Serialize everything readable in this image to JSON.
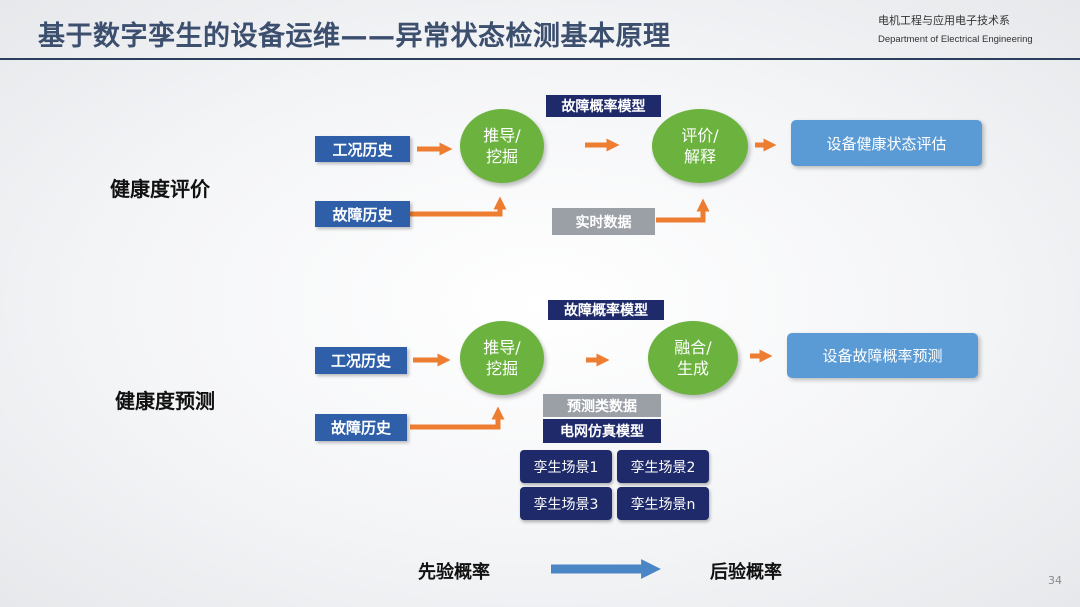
{
  "header": {
    "title": "基于数字孪生的设备运维——异常状态检测基本原理",
    "dept_cn": "电机工程与应用电子技术系",
    "dept_en": "Department of Electrical Engineering"
  },
  "evaluation": {
    "label": "健康度评价",
    "input1": "工况历史",
    "input2": "故障历史",
    "model": "故障概率模型",
    "node1_line1": "推导/",
    "node1_line2": "挖掘",
    "realtime": "实时数据",
    "node2_line1": "评价/",
    "node2_line2": "解释",
    "result": "设备健康状态评估"
  },
  "prediction": {
    "label": "健康度预测",
    "input1": "工况历史",
    "input2": "故障历史",
    "model": "故障概率模型",
    "node1_line1": "推导/",
    "node1_line2": "挖掘",
    "pred_data": "预测类数据",
    "grid_model": "电网仿真模型",
    "scenes": [
      "孪生场景1",
      "孪生场景2",
      "孪生场景3",
      "孪生场景n"
    ],
    "node2_line1": "融合/",
    "node2_line2": "生成",
    "result": "设备故障概率预测"
  },
  "footer": {
    "prior": "先验概率",
    "posterior": "后验概率",
    "page": "34"
  },
  "colors": {
    "orange_arrow": "#ed7d31",
    "blue_box": "#2e5fa8",
    "navy_box": "#1f2a6a",
    "green_node": "#6bb33e",
    "result_box": "#5b9bd5",
    "gray_box": "#9aa0a6"
  }
}
